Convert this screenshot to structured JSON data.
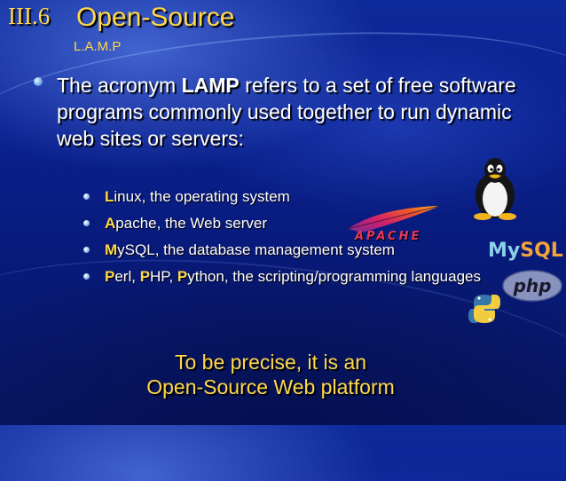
{
  "title": {
    "number": "III.6",
    "text": "Open-Source",
    "subtitle": "L.A.M.P"
  },
  "main": {
    "text_before": "The acronym ",
    "acronym": "LAMP",
    "text_after": " refers to a set of free software programs commonly used together to run dynamic web sites or servers:"
  },
  "list": [
    {
      "initial": "L",
      "rest": "inux, the operating system"
    },
    {
      "initial": "A",
      "rest": "pache, the Web server"
    },
    {
      "initial": "M",
      "rest": "ySQL, the database management system"
    },
    {
      "parts": [
        "P",
        "erl, ",
        "P",
        "HP, ",
        "P",
        "ython, the scripting/programming languages"
      ]
    }
  ],
  "footer": {
    "line1": "To be precise, it is an",
    "line2": "Open-Source Web platform"
  },
  "logos": {
    "apache_text": "APACHE",
    "mysql_my": "My",
    "mysql_sql": "SQL",
    "php_text": "php"
  },
  "colors": {
    "accent": "#ffd84a",
    "background": "#0a2190",
    "text": "#ffffff"
  }
}
